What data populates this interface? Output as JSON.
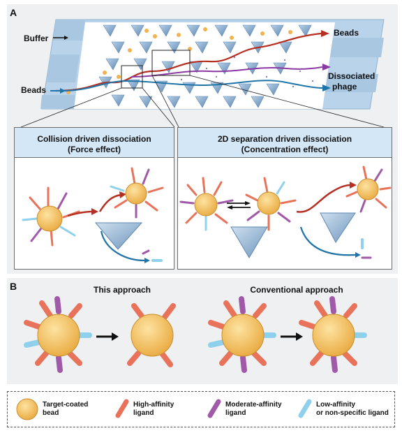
{
  "panel_a": {
    "label": "A",
    "channel_labels": {
      "buffer": "Buffer",
      "beads_in": "Beads",
      "beads_out": "Beads",
      "dissociated_line1": "Dissociated",
      "dissociated_line2": "phage"
    },
    "insets": [
      {
        "title_line1": "Collision driven dissociation",
        "title_line2": "(Force effect)"
      },
      {
        "title_line1": "2D separation driven dissociation",
        "title_line2": "(Concentration effect)"
      }
    ]
  },
  "panel_b": {
    "label": "B",
    "approaches": [
      {
        "title": "This approach"
      },
      {
        "title": "Conventional approach"
      }
    ]
  },
  "legend": {
    "items": [
      {
        "line1": "Target-coated",
        "line2": "bead",
        "color": "#f5c76a"
      },
      {
        "line1": "High-affinity",
        "line2": "ligand",
        "color": "#e8735a"
      },
      {
        "line1": "Moderate-affinity",
        "line2": "ligand",
        "color": "#a05aa8"
      },
      {
        "line1": "Low-affinity",
        "line2": "or non-specific ligand",
        "color": "#8fd0ec"
      }
    ]
  },
  "colors": {
    "panel_bg": "#eef0f1",
    "inset_header": "#d4e7f6",
    "channel": "#a9c7e1",
    "pillar": "#7ea5c9",
    "red_path": "#b53022",
    "purple_path": "#8b3aa3",
    "blue_path": "#1f75a8"
  }
}
